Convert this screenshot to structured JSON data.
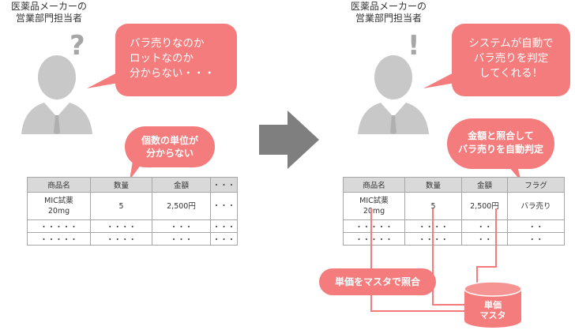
{
  "left_panel": {
    "person_title_line1": "医薬品メーカーの",
    "person_title_line2": "営業部門担当者",
    "mark": "?",
    "bubble_lines": [
      "バラ売りなのか",
      "ロットなのか",
      "分からない・・・"
    ],
    "callout_lines": [
      "個数の単位が",
      "分からない"
    ],
    "table": {
      "headers": [
        "商品名",
        "数量",
        "金額",
        "・・・"
      ],
      "rows": [
        [
          "MIC試薬\n20mg",
          "5",
          "2,500円",
          "・・・"
        ],
        [
          "・・・・・",
          "・・・・",
          "・・・",
          "・・・"
        ],
        [
          "・・・・・",
          "・・・・",
          "・・・",
          "・・・"
        ]
      ]
    }
  },
  "right_panel": {
    "person_title_line1": "医薬品メーカーの",
    "person_title_line2": "営業部門担当者",
    "mark": "!",
    "bubble_lines": [
      "システムが自動で",
      "バラ売りを判定",
      "してくれる！"
    ],
    "callout_lines": [
      "金額と照合して",
      "バラ売りを自動判定"
    ],
    "table": {
      "headers": [
        "商品名",
        "数量",
        "金額",
        "フラグ"
      ],
      "rows": [
        [
          "MIC試薬\n20mg",
          "5",
          "2,500円",
          "バラ売り"
        ],
        [
          "・・・・・",
          "・・・・",
          "・・",
          "・・"
        ],
        [
          "・・・・・",
          "・・・・",
          "・・",
          "・・"
        ]
      ]
    },
    "match_label": "単価をマスタで照合",
    "master_label_line1": "単価",
    "master_label_line2": "マスタ"
  },
  "colors": {
    "accent": "#f47c7c",
    "arrow": "#7f7f7f",
    "person": "#c8c8c8",
    "table_header": "#d9d9d9"
  }
}
